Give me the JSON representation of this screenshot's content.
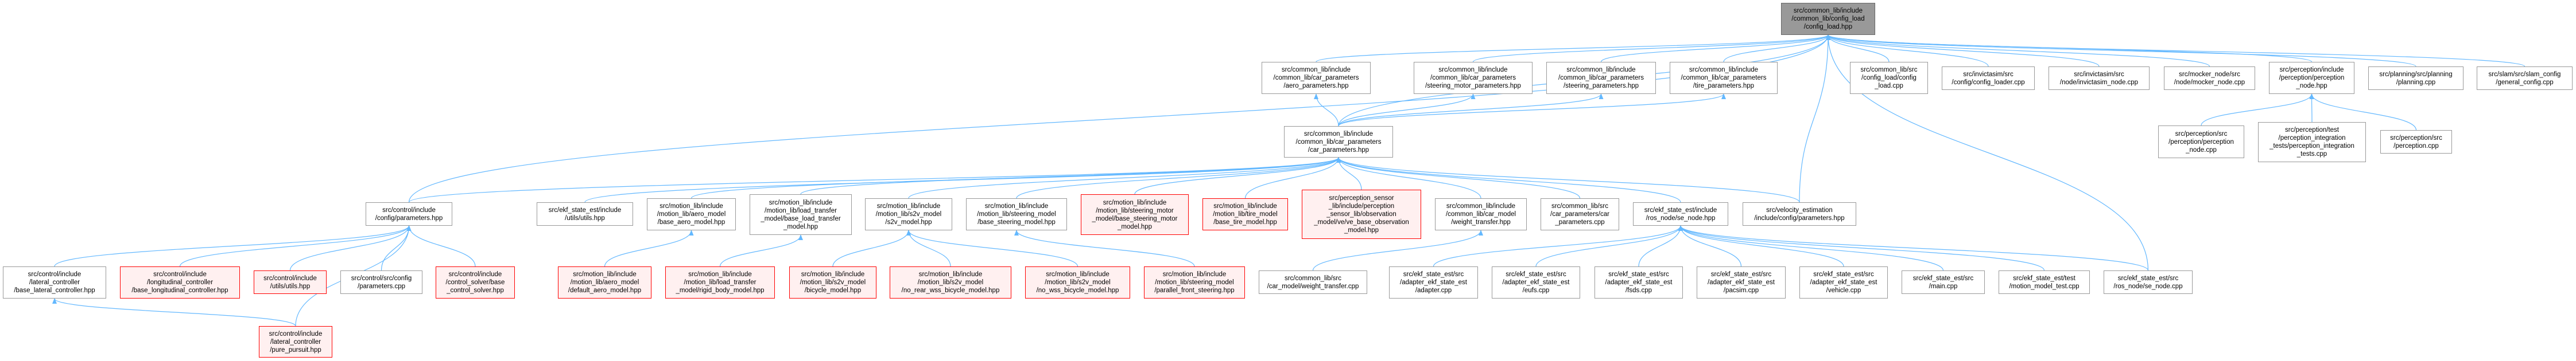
{
  "colors": {
    "edge": "#63b8ff",
    "normal_border": "#999999",
    "red_border": "#ff0000",
    "red_fill": "#fff0f0",
    "focus_fill": "#999999"
  },
  "nodes": {
    "config_load_hpp": {
      "label": "src/common_lib/include\n/common_lib/config_load\n/config_load.hpp",
      "style": "focus"
    },
    "aero_params": {
      "label": "src/common_lib/include\n/common_lib/car_parameters\n/aero_parameters.hpp",
      "style": "normal"
    },
    "steer_motor_params": {
      "label": "src/common_lib/include\n/common_lib/car_parameters\n/steering_motor_parameters.hpp",
      "style": "normal"
    },
    "steer_params": {
      "label": "src/common_lib/include\n/common_lib/car_parameters\n/steering_parameters.hpp",
      "style": "normal"
    },
    "tire_params": {
      "label": "src/common_lib/include\n/common_lib/car_parameters\n/tire_parameters.hpp",
      "style": "normal"
    },
    "config_load_cpp": {
      "label": "src/common_lib/src\n/config_load/config\n_load.cpp",
      "style": "normal"
    },
    "config_loader_cpp": {
      "label": "src/invictasim/src\n/config/config_loader.cpp",
      "style": "normal"
    },
    "invictasim_node": {
      "label": "src/invictasim/src\n/node/invictasim_node.cpp",
      "style": "normal"
    },
    "mocker_node": {
      "label": "src/mocker_node/src\n/node/mocker_node.cpp",
      "style": "normal"
    },
    "perception_node_hpp": {
      "label": "src/perception/include\n/perception/perception\n_node.hpp",
      "style": "normal"
    },
    "planning_cpp": {
      "label": "src/planning/src/planning\n/planning.cpp",
      "style": "normal"
    },
    "general_config": {
      "label": "src/slam/src/slam_config\n/general_config.cpp",
      "style": "normal"
    },
    "car_params_hpp": {
      "label": "src/common_lib/include\n/common_lib/car_parameters\n/car_parameters.hpp",
      "style": "normal"
    },
    "perception_node_cpp": {
      "label": "src/perception/src\n/perception/perception\n_node.cpp",
      "style": "normal"
    },
    "perception_tests": {
      "label": "src/perception/test\n/perception_integration\n_tests/perception_integration\n_tests.cpp",
      "style": "normal"
    },
    "perception_cpp": {
      "label": "src/perception/src\n/perception.cpp",
      "style": "normal"
    },
    "control_params": {
      "label": "src/control/include\n/config/parameters.hpp",
      "style": "normal"
    },
    "ekf_utils": {
      "label": "src/ekf_state_est/include\n/utils/utils.hpp",
      "style": "normal"
    },
    "base_aero": {
      "label": "src/motion_lib/include\n/motion_lib/aero_model\n/base_aero_model.hpp",
      "style": "normal"
    },
    "base_load": {
      "label": "src/motion_lib/include\n/motion_lib/load_transfer\n_model/base_load_transfer\n_model.hpp",
      "style": "normal"
    },
    "s2v_model": {
      "label": "src/motion_lib/include\n/motion_lib/s2v_model\n/s2v_model.hpp",
      "style": "normal"
    },
    "base_steering": {
      "label": "src/motion_lib/include\n/motion_lib/steering_model\n/base_steering_model.hpp",
      "style": "normal"
    },
    "base_steer_motor": {
      "label": "src/motion_lib/include\n/motion_lib/steering_motor\n_model/base_steering_motor\n_model.hpp",
      "style": "red"
    },
    "base_tire": {
      "label": "src/motion_lib/include\n/motion_lib/tire_model\n/base_tire_model.hpp",
      "style": "red"
    },
    "ve_base_obs": {
      "label": "src/perception_sensor\n_lib/include/perception\n_sensor_lib/observation\n_model/ve/ve_base_observation\n_model.hpp",
      "style": "red"
    },
    "weight_transfer_hpp": {
      "label": "src/common_lib/include\n/common_lib/car_model\n/weight_transfer.hpp",
      "style": "normal"
    },
    "car_params_cpp": {
      "label": "src/common_lib/src\n/car_parameters/car\n_parameters.cpp",
      "style": "normal"
    },
    "se_node_hpp": {
      "label": "src/ekf_state_est/include\n/ros_node/se_node.hpp",
      "style": "normal"
    },
    "velocity_params": {
      "label": "src/velocity_estimation\n/include/config/parameters.hpp",
      "style": "normal"
    },
    "base_lateral": {
      "label": "src/control/include\n/lateral_controller\n/base_lateral_controller.hpp",
      "style": "normal"
    },
    "base_longitudinal": {
      "label": "src/control/include\n/longitudinal_controller\n/base_longitudinal_controller.hpp",
      "style": "red"
    },
    "control_utils": {
      "label": "src/control/include\n/utils/utils.hpp",
      "style": "red"
    },
    "control_params_cpp": {
      "label": "src/control/src/config\n/parameters.cpp",
      "style": "normal"
    },
    "control_solver": {
      "label": "src/control/include\n/control_solver/base\n_control_solver.hpp",
      "style": "red"
    },
    "pure_pursuit": {
      "label": "src/control/include\n/lateral_controller\n/pure_pursuit.hpp",
      "style": "red"
    },
    "default_aero": {
      "label": "src/motion_lib/include\n/motion_lib/aero_model\n/default_aero_model.hpp",
      "style": "red"
    },
    "rigid_body": {
      "label": "src/motion_lib/include\n/motion_lib/load_transfer\n_model/rigid_body_model.hpp",
      "style": "red"
    },
    "bicycle": {
      "label": "src/motion_lib/include\n/motion_lib/s2v_model\n/bicycle_model.hpp",
      "style": "red"
    },
    "no_rear_wss": {
      "label": "src/motion_lib/include\n/motion_lib/s2v_model\n/no_rear_wss_bicycle_model.hpp",
      "style": "red"
    },
    "no_wss": {
      "label": "src/motion_lib/include\n/motion_lib/s2v_model\n/no_wss_bicycle_model.hpp",
      "style": "red"
    },
    "parallel_front": {
      "label": "src/motion_lib/include\n/motion_lib/steering_model\n/parallel_front_steering.hpp",
      "style": "red"
    },
    "weight_transfer_cpp": {
      "label": "src/common_lib/src\n/car_model/weight_transfer.cpp",
      "style": "normal"
    },
    "adapter_cpp": {
      "label": "src/ekf_state_est/src\n/adapter_ekf_state_est\n/adapter.cpp",
      "style": "normal"
    },
    "eufs_cpp": {
      "label": "src/ekf_state_est/src\n/adapter_ekf_state_est\n/eufs.cpp",
      "style": "normal"
    },
    "fsds_cpp": {
      "label": "src/ekf_state_est/src\n/adapter_ekf_state_est\n/fsds.cpp",
      "style": "normal"
    },
    "pacsim_cpp": {
      "label": "src/ekf_state_est/src\n/adapter_ekf_state_est\n/pacsim.cpp",
      "style": "normal"
    },
    "vehicle_cpp": {
      "label": "src/ekf_state_est/src\n/adapter_ekf_state_est\n/vehicle.cpp",
      "style": "normal"
    },
    "main_cpp": {
      "label": "src/ekf_state_est/src\n/main.cpp",
      "style": "normal"
    },
    "motion_model_test": {
      "label": "src/ekf_state_est/test\n/motion_model_test.cpp",
      "style": "normal"
    },
    "se_node_cpp": {
      "label": "src/ekf_state_est/src\n/ros_node/se_node.cpp",
      "style": "normal"
    }
  },
  "edges": [
    [
      "car_params_hpp",
      "config_load_hpp"
    ],
    [
      "aero_params",
      "config_load_hpp"
    ],
    [
      "steer_motor_params",
      "config_load_hpp"
    ],
    [
      "steer_params",
      "config_load_hpp"
    ],
    [
      "tire_params",
      "config_load_hpp"
    ],
    [
      "config_load_cpp",
      "config_load_hpp"
    ],
    [
      "config_loader_cpp",
      "config_load_hpp"
    ],
    [
      "invictasim_node",
      "config_load_hpp"
    ],
    [
      "mocker_node",
      "config_load_hpp"
    ],
    [
      "perception_node_hpp",
      "config_load_hpp"
    ],
    [
      "planning_cpp",
      "config_load_hpp"
    ],
    [
      "general_config",
      "config_load_hpp"
    ],
    [
      "control_params",
      "config_load_hpp"
    ],
    [
      "velocity_params",
      "config_load_hpp"
    ],
    [
      "se_node_cpp",
      "config_load_hpp"
    ],
    [
      "car_params_hpp",
      "aero_params"
    ],
    [
      "car_params_hpp",
      "steer_motor_params"
    ],
    [
      "car_params_hpp",
      "steer_params"
    ],
    [
      "car_params_hpp",
      "tire_params"
    ],
    [
      "control_params",
      "car_params_hpp"
    ],
    [
      "ekf_utils",
      "car_params_hpp"
    ],
    [
      "base_aero",
      "car_params_hpp"
    ],
    [
      "base_load",
      "car_params_hpp"
    ],
    [
      "s2v_model",
      "car_params_hpp"
    ],
    [
      "base_steering",
      "car_params_hpp"
    ],
    [
      "base_steer_motor",
      "car_params_hpp"
    ],
    [
      "base_tire",
      "car_params_hpp"
    ],
    [
      "ve_base_obs",
      "car_params_hpp"
    ],
    [
      "weight_transfer_hpp",
      "car_params_hpp"
    ],
    [
      "car_params_cpp",
      "car_params_hpp"
    ],
    [
      "se_node_hpp",
      "car_params_hpp"
    ],
    [
      "velocity_params",
      "car_params_hpp"
    ],
    [
      "perception_node_cpp",
      "perception_node_hpp"
    ],
    [
      "perception_tests",
      "perception_node_hpp"
    ],
    [
      "perception_cpp",
      "perception_node_hpp"
    ],
    [
      "base_lateral",
      "control_params"
    ],
    [
      "base_longitudinal",
      "control_params"
    ],
    [
      "control_utils",
      "control_params"
    ],
    [
      "control_params_cpp",
      "control_params"
    ],
    [
      "control_solver",
      "control_params"
    ],
    [
      "pure_pursuit",
      "control_params"
    ],
    [
      "pure_pursuit",
      "base_lateral"
    ],
    [
      "default_aero",
      "base_aero"
    ],
    [
      "rigid_body",
      "base_load"
    ],
    [
      "bicycle",
      "s2v_model"
    ],
    [
      "no_rear_wss",
      "s2v_model"
    ],
    [
      "no_wss",
      "s2v_model"
    ],
    [
      "parallel_front",
      "base_steering"
    ],
    [
      "weight_transfer_cpp",
      "weight_transfer_hpp"
    ],
    [
      "adapter_cpp",
      "se_node_hpp"
    ],
    [
      "eufs_cpp",
      "se_node_hpp"
    ],
    [
      "fsds_cpp",
      "se_node_hpp"
    ],
    [
      "pacsim_cpp",
      "se_node_hpp"
    ],
    [
      "vehicle_cpp",
      "se_node_hpp"
    ],
    [
      "main_cpp",
      "se_node_hpp"
    ],
    [
      "motion_model_test",
      "se_node_hpp"
    ],
    [
      "se_node_cpp",
      "se_node_hpp"
    ]
  ]
}
